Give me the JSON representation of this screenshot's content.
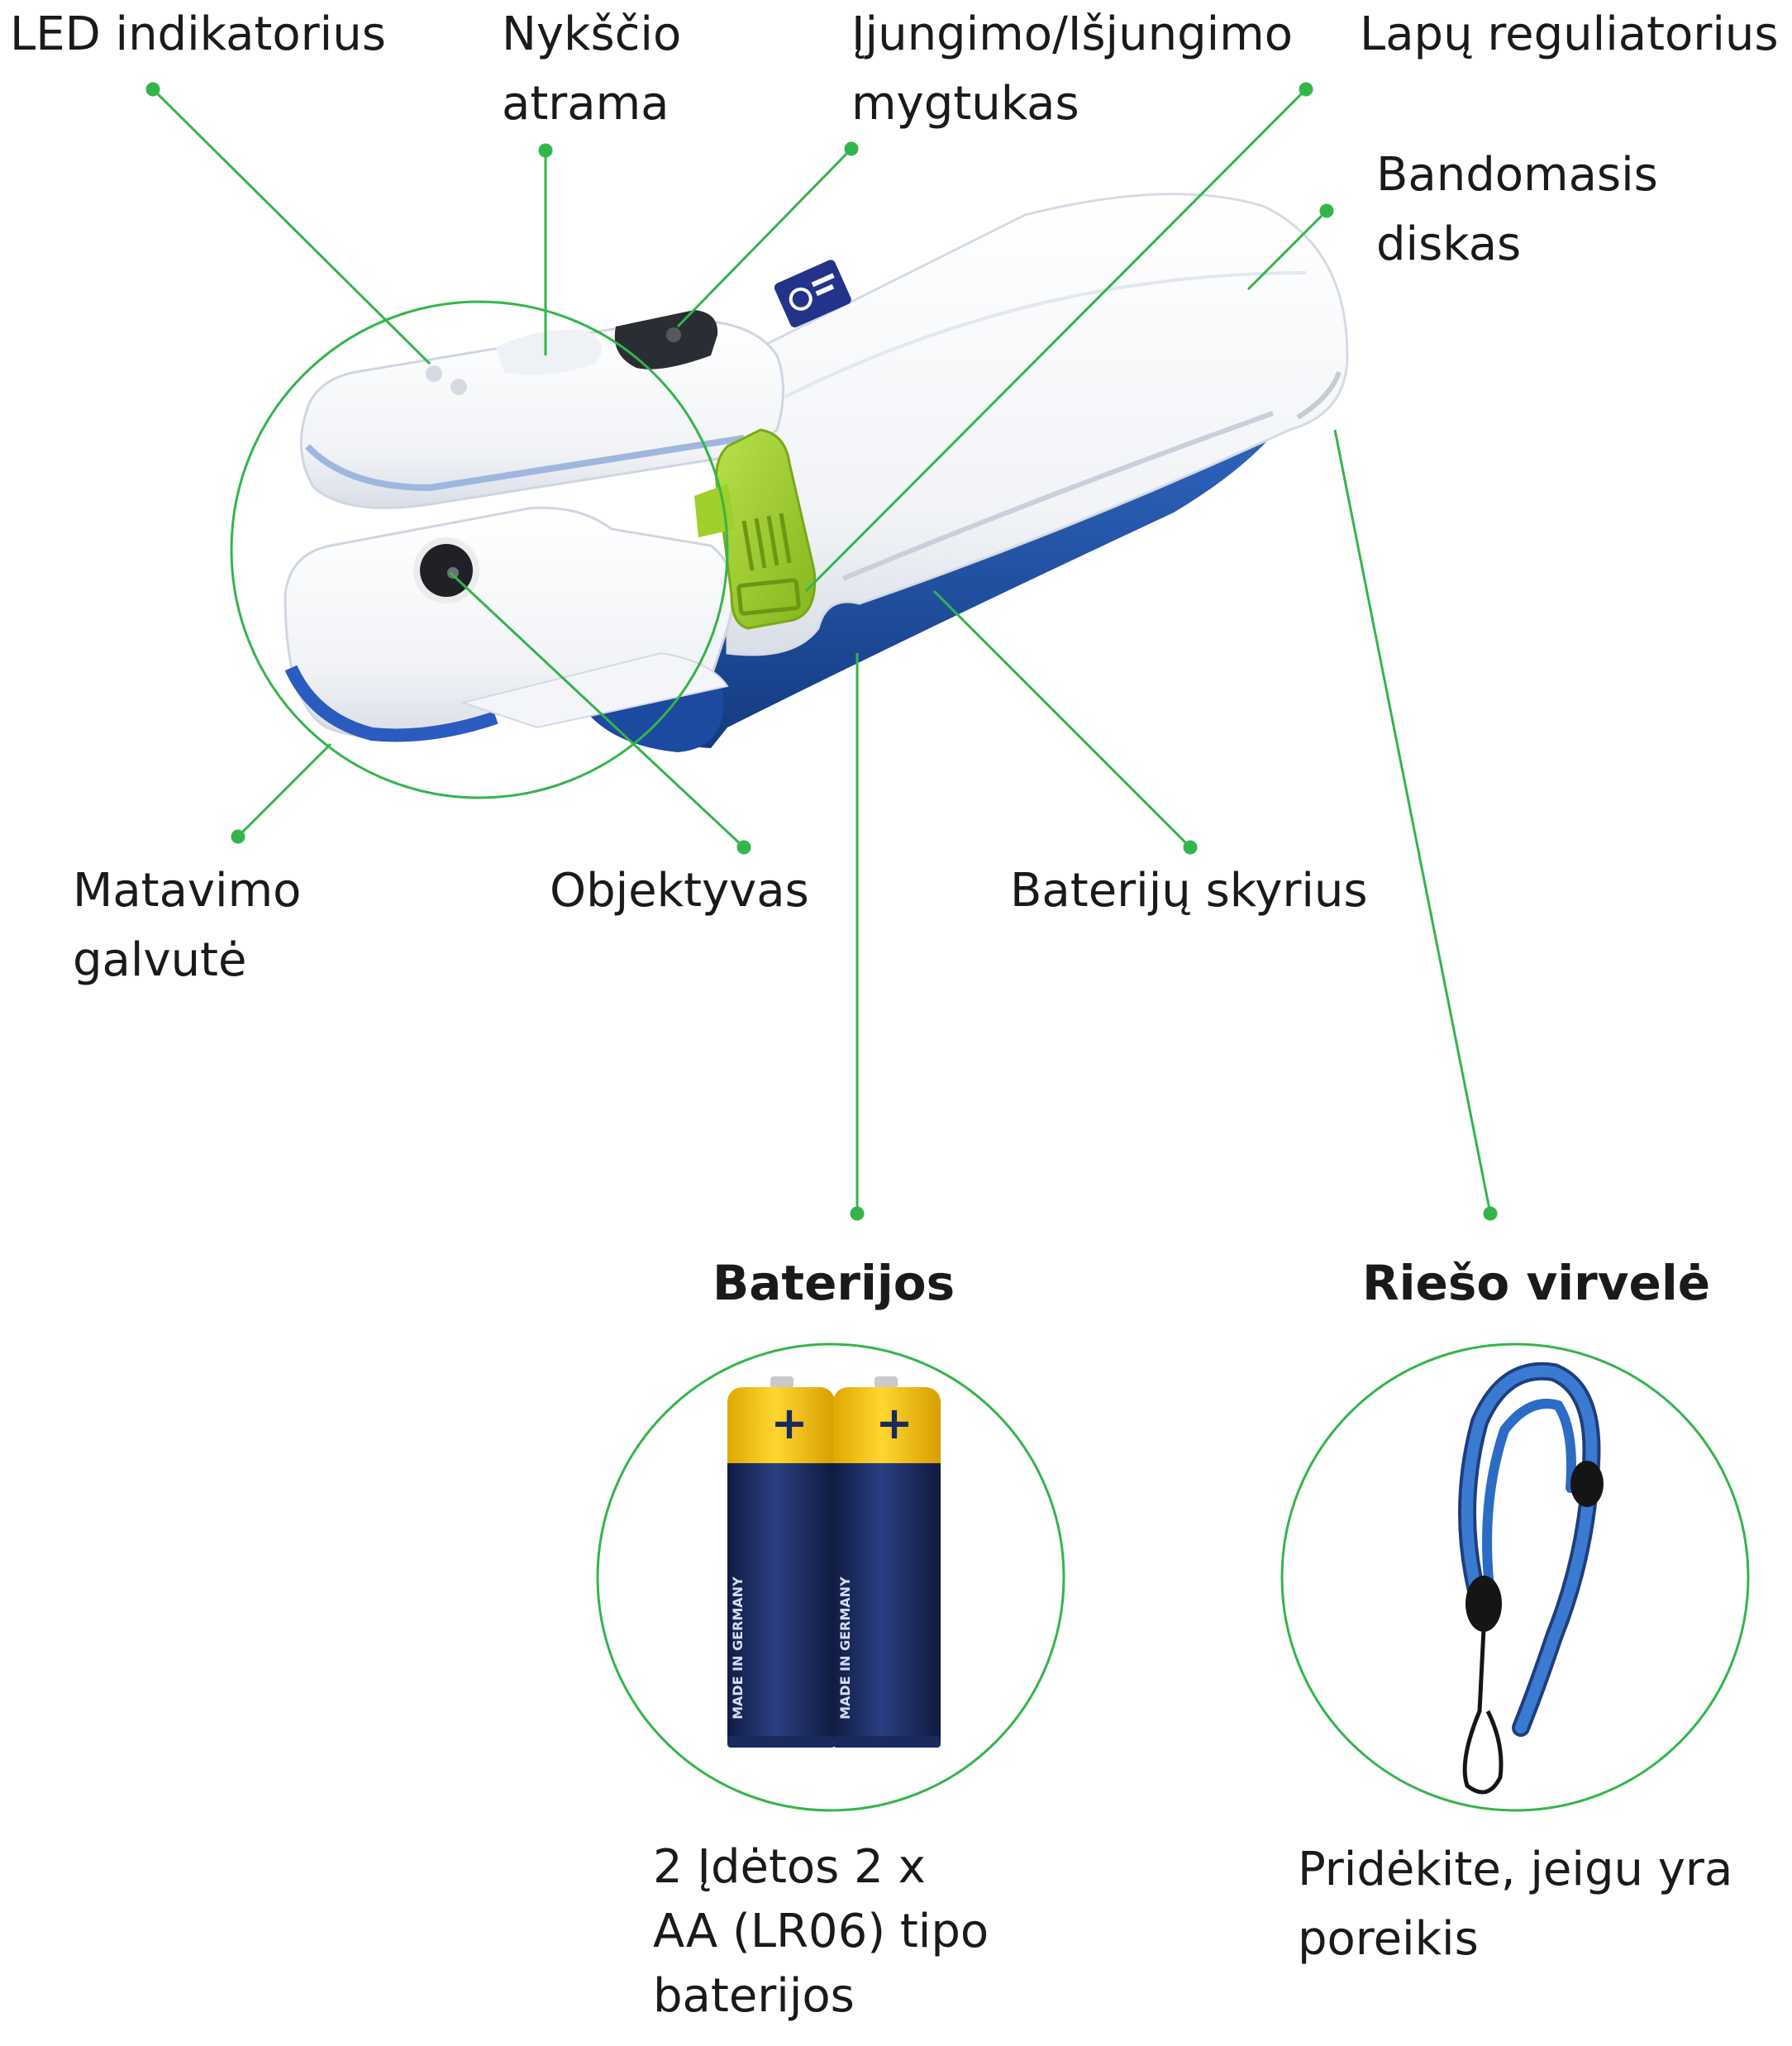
{
  "colors": {
    "leader": "#33b54a",
    "body_white": "#f7f8fa",
    "body_shade": "#dfe4ec",
    "accent_blue": "#1d4fa3",
    "lime": "#9ccc2a",
    "battery_yellow": "#f6c817",
    "battery_blue": "#1b2a5c",
    "strap_blue": "#2c6cc4"
  },
  "icons": [
    "device-illustration",
    "battery-illustration",
    "wrist-strap-illustration",
    "brand-logo"
  ],
  "labels": {
    "led": "LED indikatorius",
    "thumb": [
      "Nykščio",
      "atrama"
    ],
    "power": [
      "Įjungimo/Išjungimo",
      "mygtukas"
    ],
    "leaf": "Lapų reguliatorius",
    "disc": [
      "Bandomasis",
      "diskas"
    ],
    "head": [
      "Matavimo",
      "galvutė"
    ],
    "lens": "Objektyvas",
    "battery_bay": "Baterijų skyrius"
  },
  "accessories": {
    "batteries": {
      "title": "Baterijos",
      "desc": [
        "2 Įdėtos 2 x",
        "AA (LR06) tipo",
        "baterijos"
      ],
      "plus": "+",
      "print": "MADE IN GERMANY"
    },
    "strap": {
      "title": "Riešo virvelė",
      "desc": [
        "Pridėkite, jeigu yra",
        "poreikis"
      ]
    }
  }
}
